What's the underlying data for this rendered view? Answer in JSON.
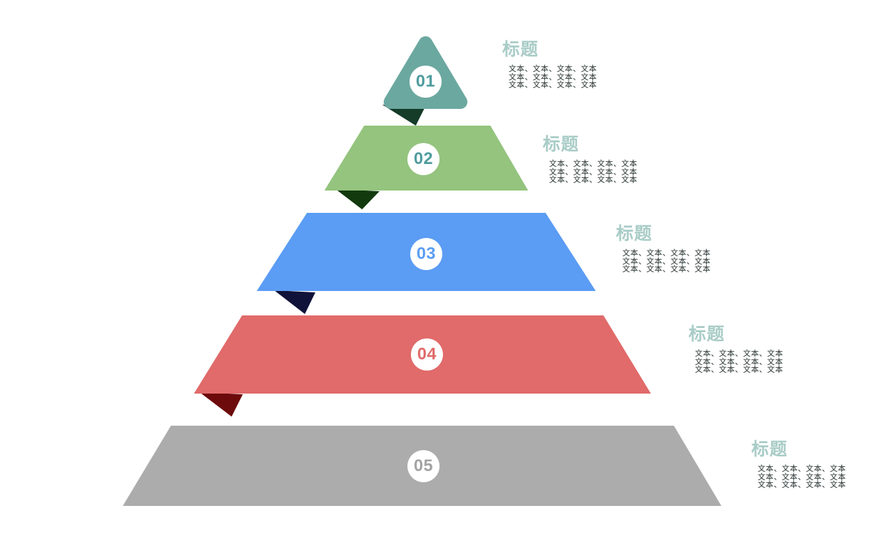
{
  "diagram": {
    "kind": "pyramid-5-levels",
    "background_color": "#ffffff",
    "title_color": "#a9ccc7",
    "body_text_color": "#3a3a3a",
    "circle_fill": "#ffffff",
    "levels": [
      {
        "number": "01",
        "number_color": "#4e9b9d",
        "shape_color": "#6ba8a0",
        "fold_color": "#143c29",
        "title": "标题",
        "body_lines": [
          "文本、文本、文本、文本",
          "文本、文本、文本、文本",
          "文本、文本、文本、文本"
        ]
      },
      {
        "number": "02",
        "number_color": "#4e9b9d",
        "shape_color": "#94c47e",
        "fold_color": "#123a0e",
        "title": "标题",
        "body_lines": [
          "文本、文本、文本、文本",
          "文本、文本、文本、文本",
          "文本、文本、文本、文本"
        ]
      },
      {
        "number": "03",
        "number_color": "#5b9cf4",
        "shape_color": "#5b9cf4",
        "fold_color": "#101239",
        "title": "标题",
        "body_lines": [
          "文本、文本、文本、文本",
          "文本、文本、文本、文本",
          "文本、文本、文本、文本"
        ]
      },
      {
        "number": "04",
        "number_color": "#e16a6a",
        "shape_color": "#e16a6a",
        "fold_color": "#6d0b0c",
        "title": "标题",
        "body_lines": [
          "文本、文本、文本、文本",
          "文本、文本、文本、文本",
          "文本、文本、文本、文本"
        ]
      },
      {
        "number": "05",
        "number_color": "#a2a2a2",
        "shape_color": "#acacac",
        "fold_color": null,
        "title": "标题",
        "body_lines": [
          "文本、文本、文本、文本",
          "文本、文本、文本、文本",
          "文本、文本、文本、文本"
        ]
      }
    ]
  }
}
